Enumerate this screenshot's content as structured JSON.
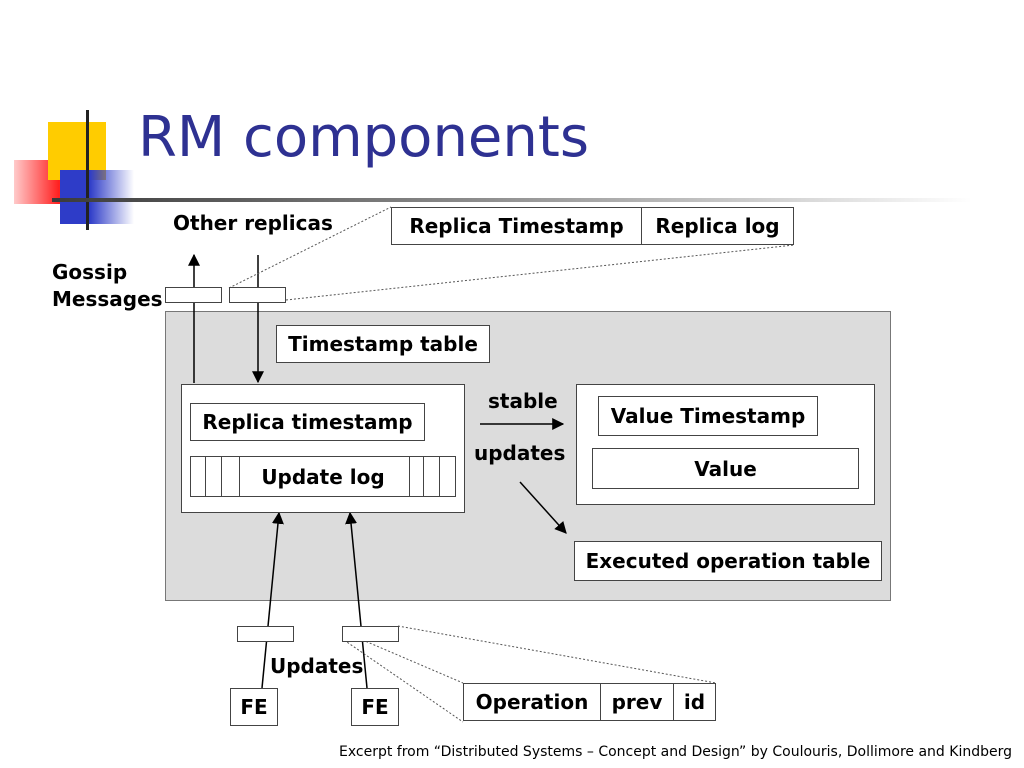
{
  "slide": {
    "title": "RM components",
    "footer": "Excerpt from “Distributed Systems – Concept and Design” by Coulouris, Dollimore and Kindberg"
  },
  "diagram": {
    "other_replicas": "Other replicas",
    "gossip": "Gossip",
    "messages": "Messages",
    "gossip_fields": [
      "Replica Timestamp",
      "Replica log"
    ],
    "timestamp_table": "Timestamp table",
    "replica_timestamp": "Replica timestamp",
    "update_log": "Update log",
    "stable": "stable",
    "updates": "updates",
    "value_timestamp": "Value Timestamp",
    "value": "Value",
    "executed_operation_table": "Executed operation table",
    "updates_label": "Updates",
    "fe_1": "FE",
    "fe_2": "FE",
    "update_fields": [
      "Operation",
      "prev",
      "id"
    ]
  }
}
